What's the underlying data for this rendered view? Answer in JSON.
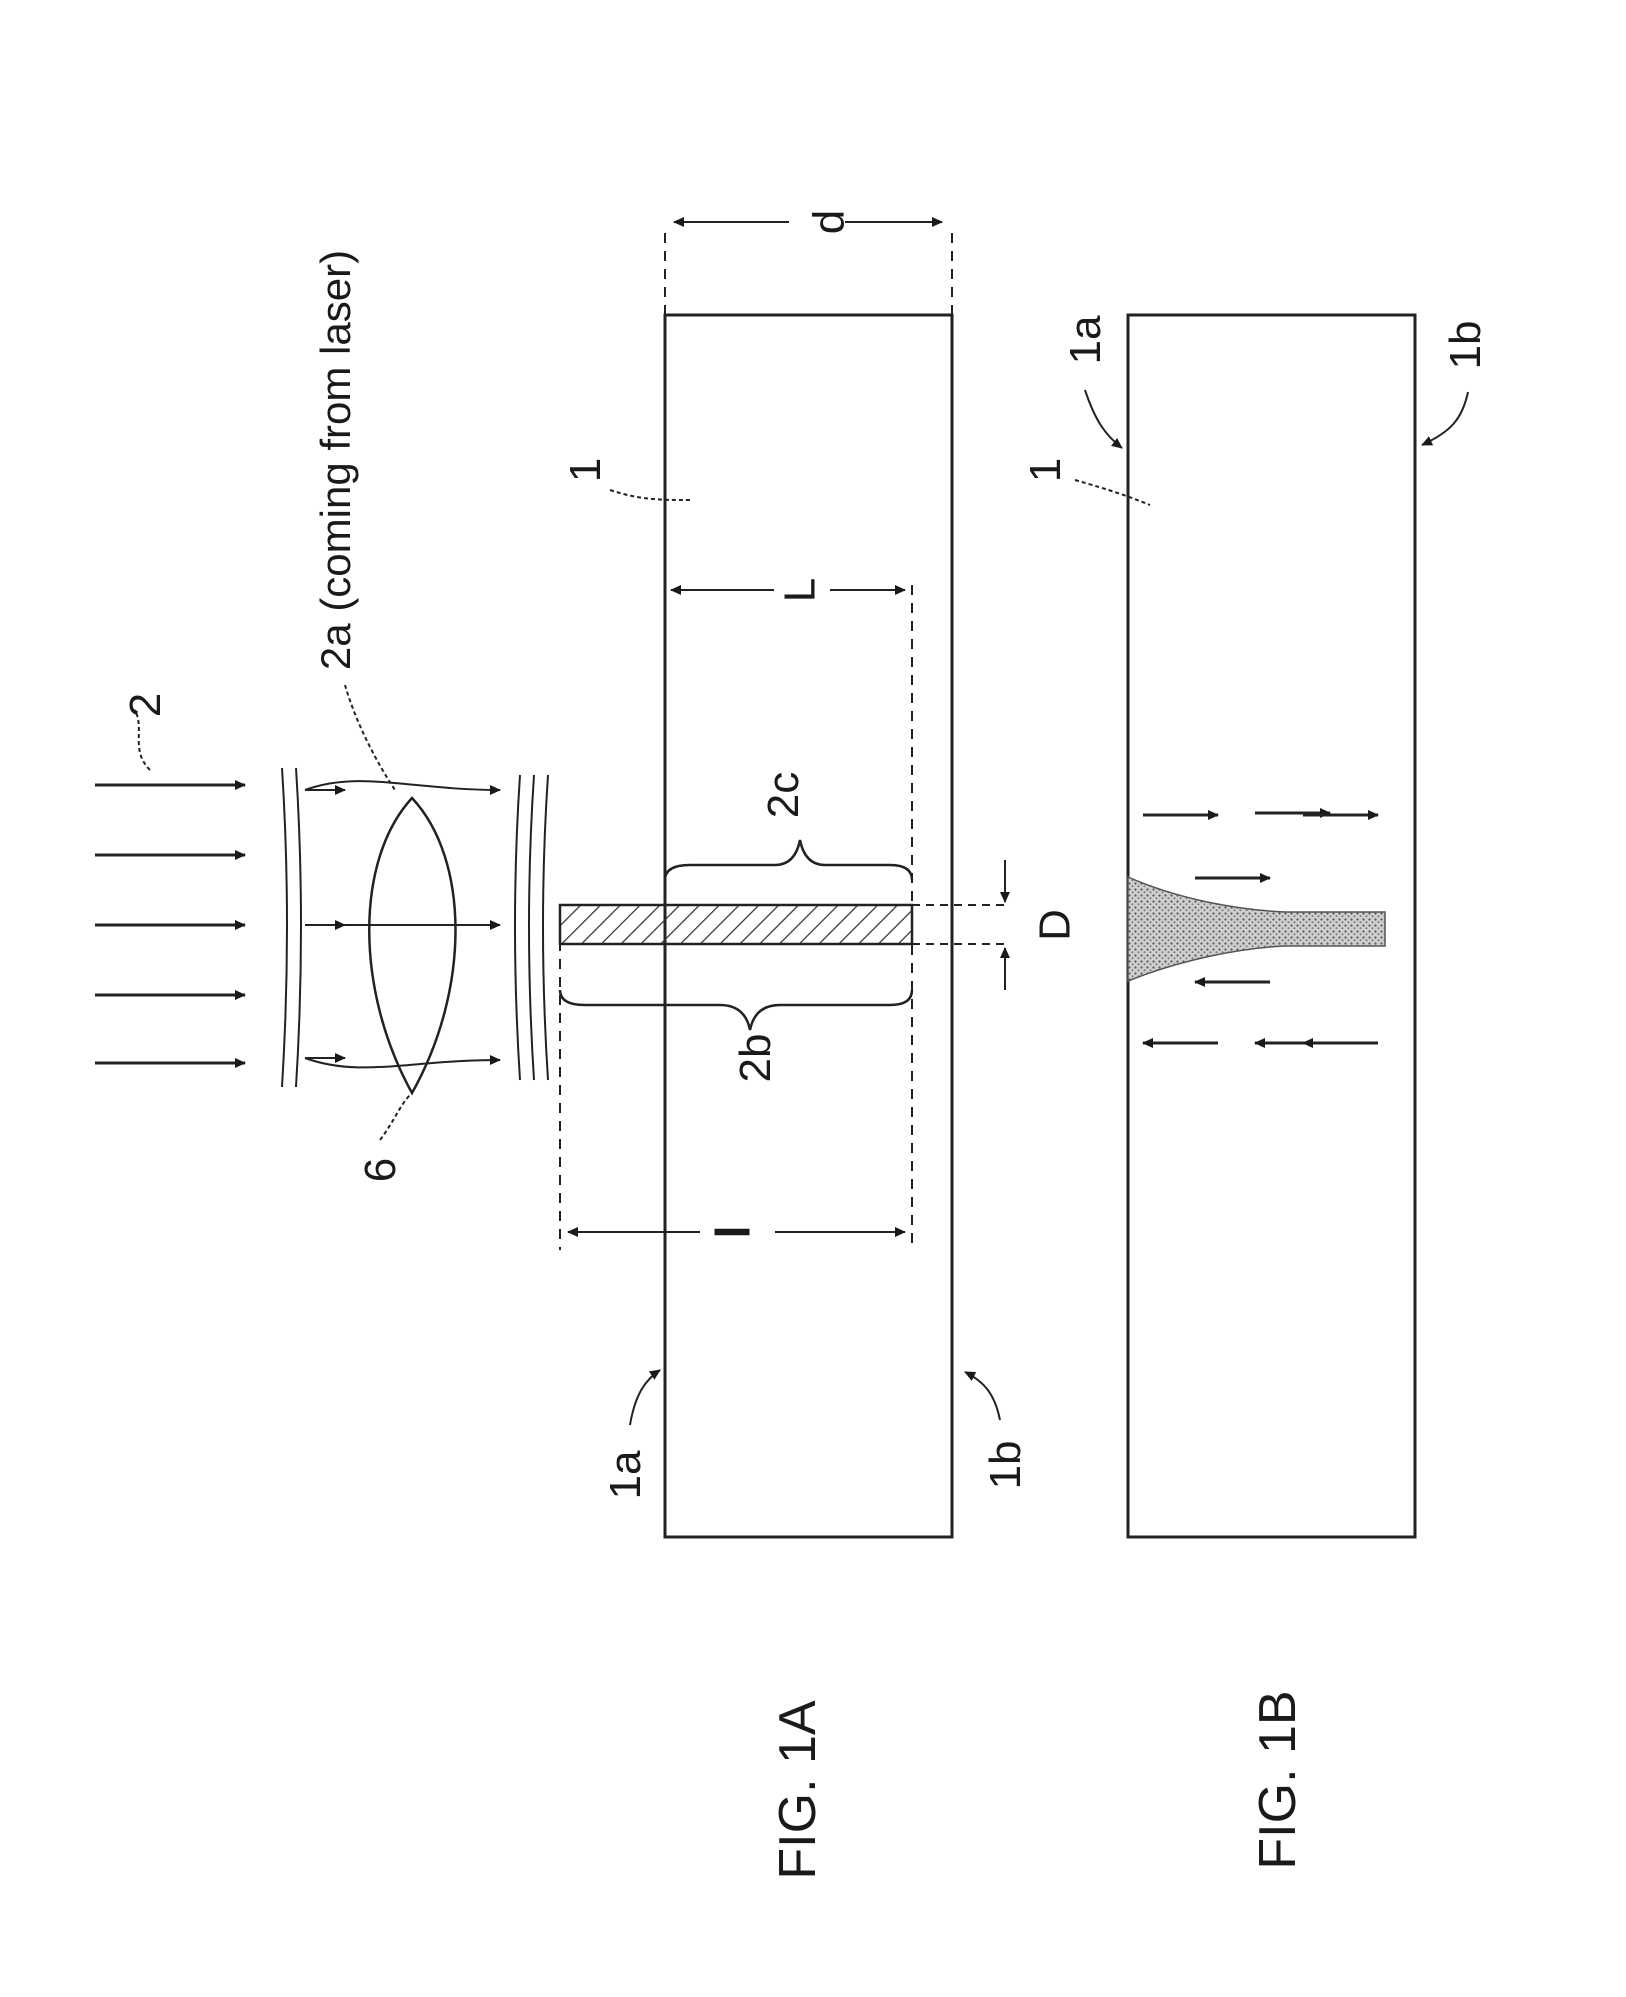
{
  "figures": {
    "fig_1a": {
      "caption": "FIG. 1A",
      "labels": {
        "beam": "2",
        "beam_desc": "2a (coming from laser)",
        "lens": "6",
        "substrate": "1",
        "surface_top": "1a",
        "surface_bottom": "1b",
        "focal_line_full": "2b",
        "focal_line_in_substrate": "2c",
        "thickness": "d",
        "length_in_substrate": "L",
        "focal_length_total": "l",
        "diameter": "D"
      }
    },
    "fig_1b": {
      "caption": "FIG. 1B",
      "labels": {
        "substrate": "1",
        "surface_top": "1a",
        "surface_bottom": "1b"
      }
    }
  },
  "colors": {
    "ink": "#1a1a1a",
    "hatch": "#333333",
    "stipple": "#6a6a6a"
  }
}
